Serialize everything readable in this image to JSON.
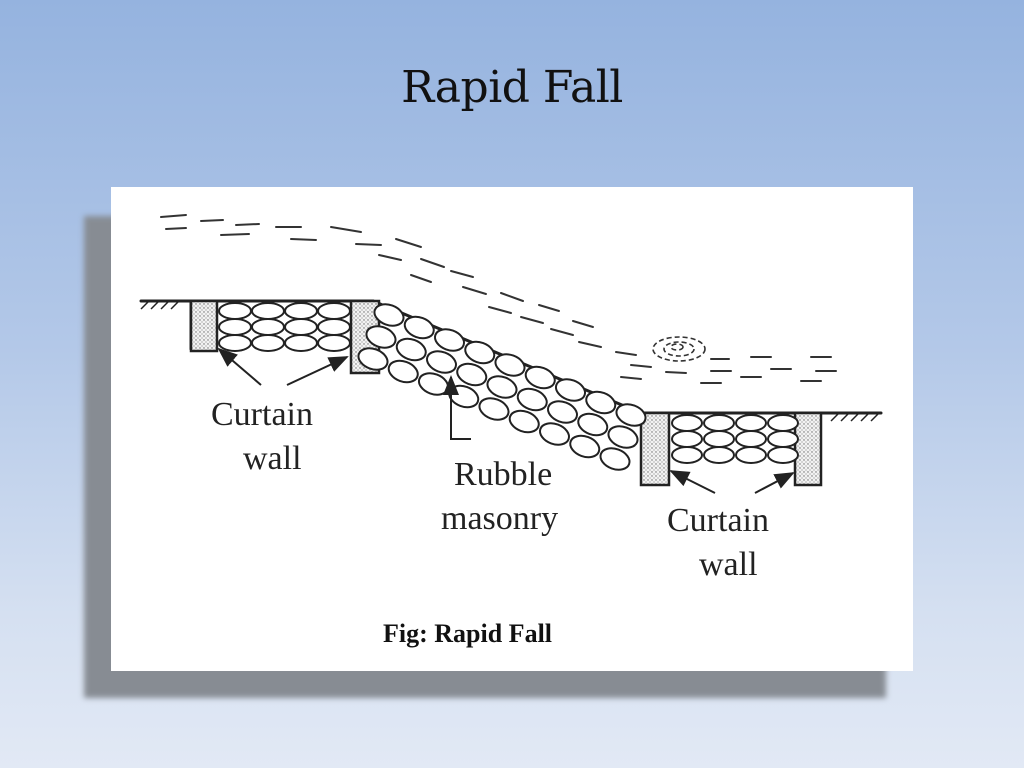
{
  "slide": {
    "title": "Rapid Fall",
    "background_top": "#95b3df",
    "background_bottom": "#e2e9f5"
  },
  "figure": {
    "labels": {
      "curtain_wall_left": [
        "Curtain",
        "wall"
      ],
      "rubble_masonry": [
        "Rubble",
        "masonry"
      ],
      "curtain_wall_right": [
        "Curtain",
        "wall"
      ]
    },
    "caption": "Fig: Rapid Fall"
  }
}
